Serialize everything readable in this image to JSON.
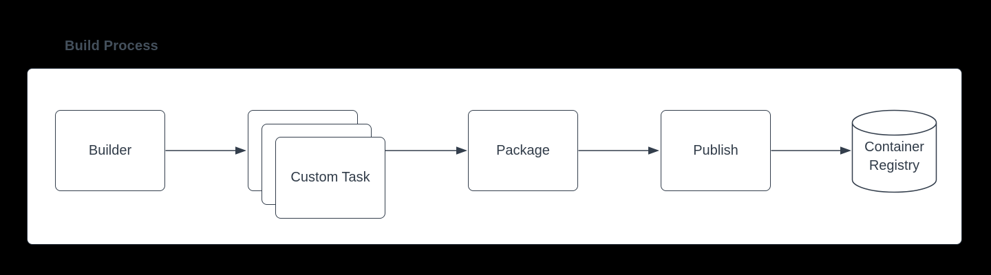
{
  "diagram": {
    "title": "Build Process",
    "nodes": {
      "builder": {
        "label": "Builder",
        "shape": "rounded-rectangle"
      },
      "custom_task": {
        "label": "Custom Task",
        "shape": "rounded-rectangle",
        "stack_count": 3
      },
      "package": {
        "label": "Package",
        "shape": "rounded-rectangle"
      },
      "publish": {
        "label": "Publish",
        "shape": "rounded-rectangle"
      },
      "container_registry": {
        "label": "Container Registry",
        "shape": "cylinder"
      }
    },
    "connectors": [
      {
        "from": "Builder",
        "to": "Custom Task",
        "style": "arrow"
      },
      {
        "from": "Custom Task",
        "to": "Package",
        "style": "arrow"
      },
      {
        "from": "Package",
        "to": "Publish",
        "style": "arrow"
      },
      {
        "from": "Publish",
        "to": "Container Registry",
        "style": "arrow"
      }
    ]
  },
  "colors": {
    "canvas_bg": "#000000",
    "panel_bg": "#ffffff",
    "panel_border": "#2a3440",
    "node_fill": "#ffffff",
    "node_border": "#333e4c",
    "node_text": "#303b48",
    "title_text": "#44505c",
    "connector": "#333e4c"
  }
}
